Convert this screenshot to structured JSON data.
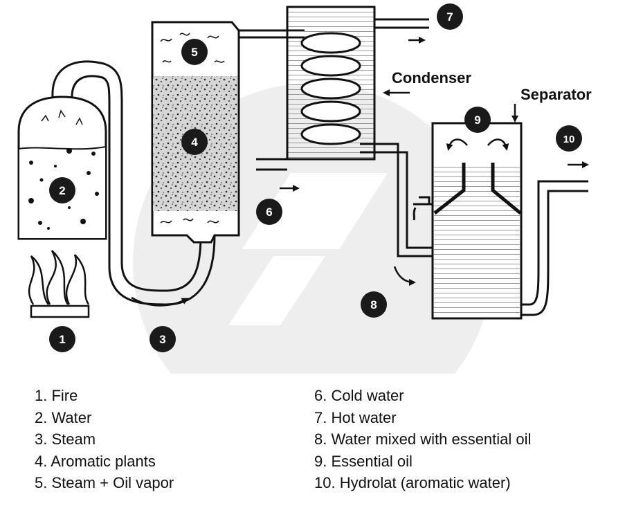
{
  "labels": {
    "condenser": "Condenser",
    "separator": "Separator"
  },
  "markers": [
    "1",
    "2",
    "3",
    "4",
    "5",
    "6",
    "7",
    "8",
    "9",
    "10"
  ],
  "legend": {
    "left": [
      "1. Fire",
      "2. Water",
      "3. Steam",
      "4. Aromatic plants",
      "5. Steam + Oil vapor"
    ],
    "right": [
      "6. Cold water",
      "7. Hot water",
      "8. Water mixed with essential oil",
      "9. Essential oil",
      "10. Hydrolat (aromatic water)"
    ]
  },
  "colors": {
    "ink": "#111111",
    "watermark": "#e9e9e9",
    "marker_fill": "#1a1a1a",
    "marker_text": "#ffffff"
  }
}
